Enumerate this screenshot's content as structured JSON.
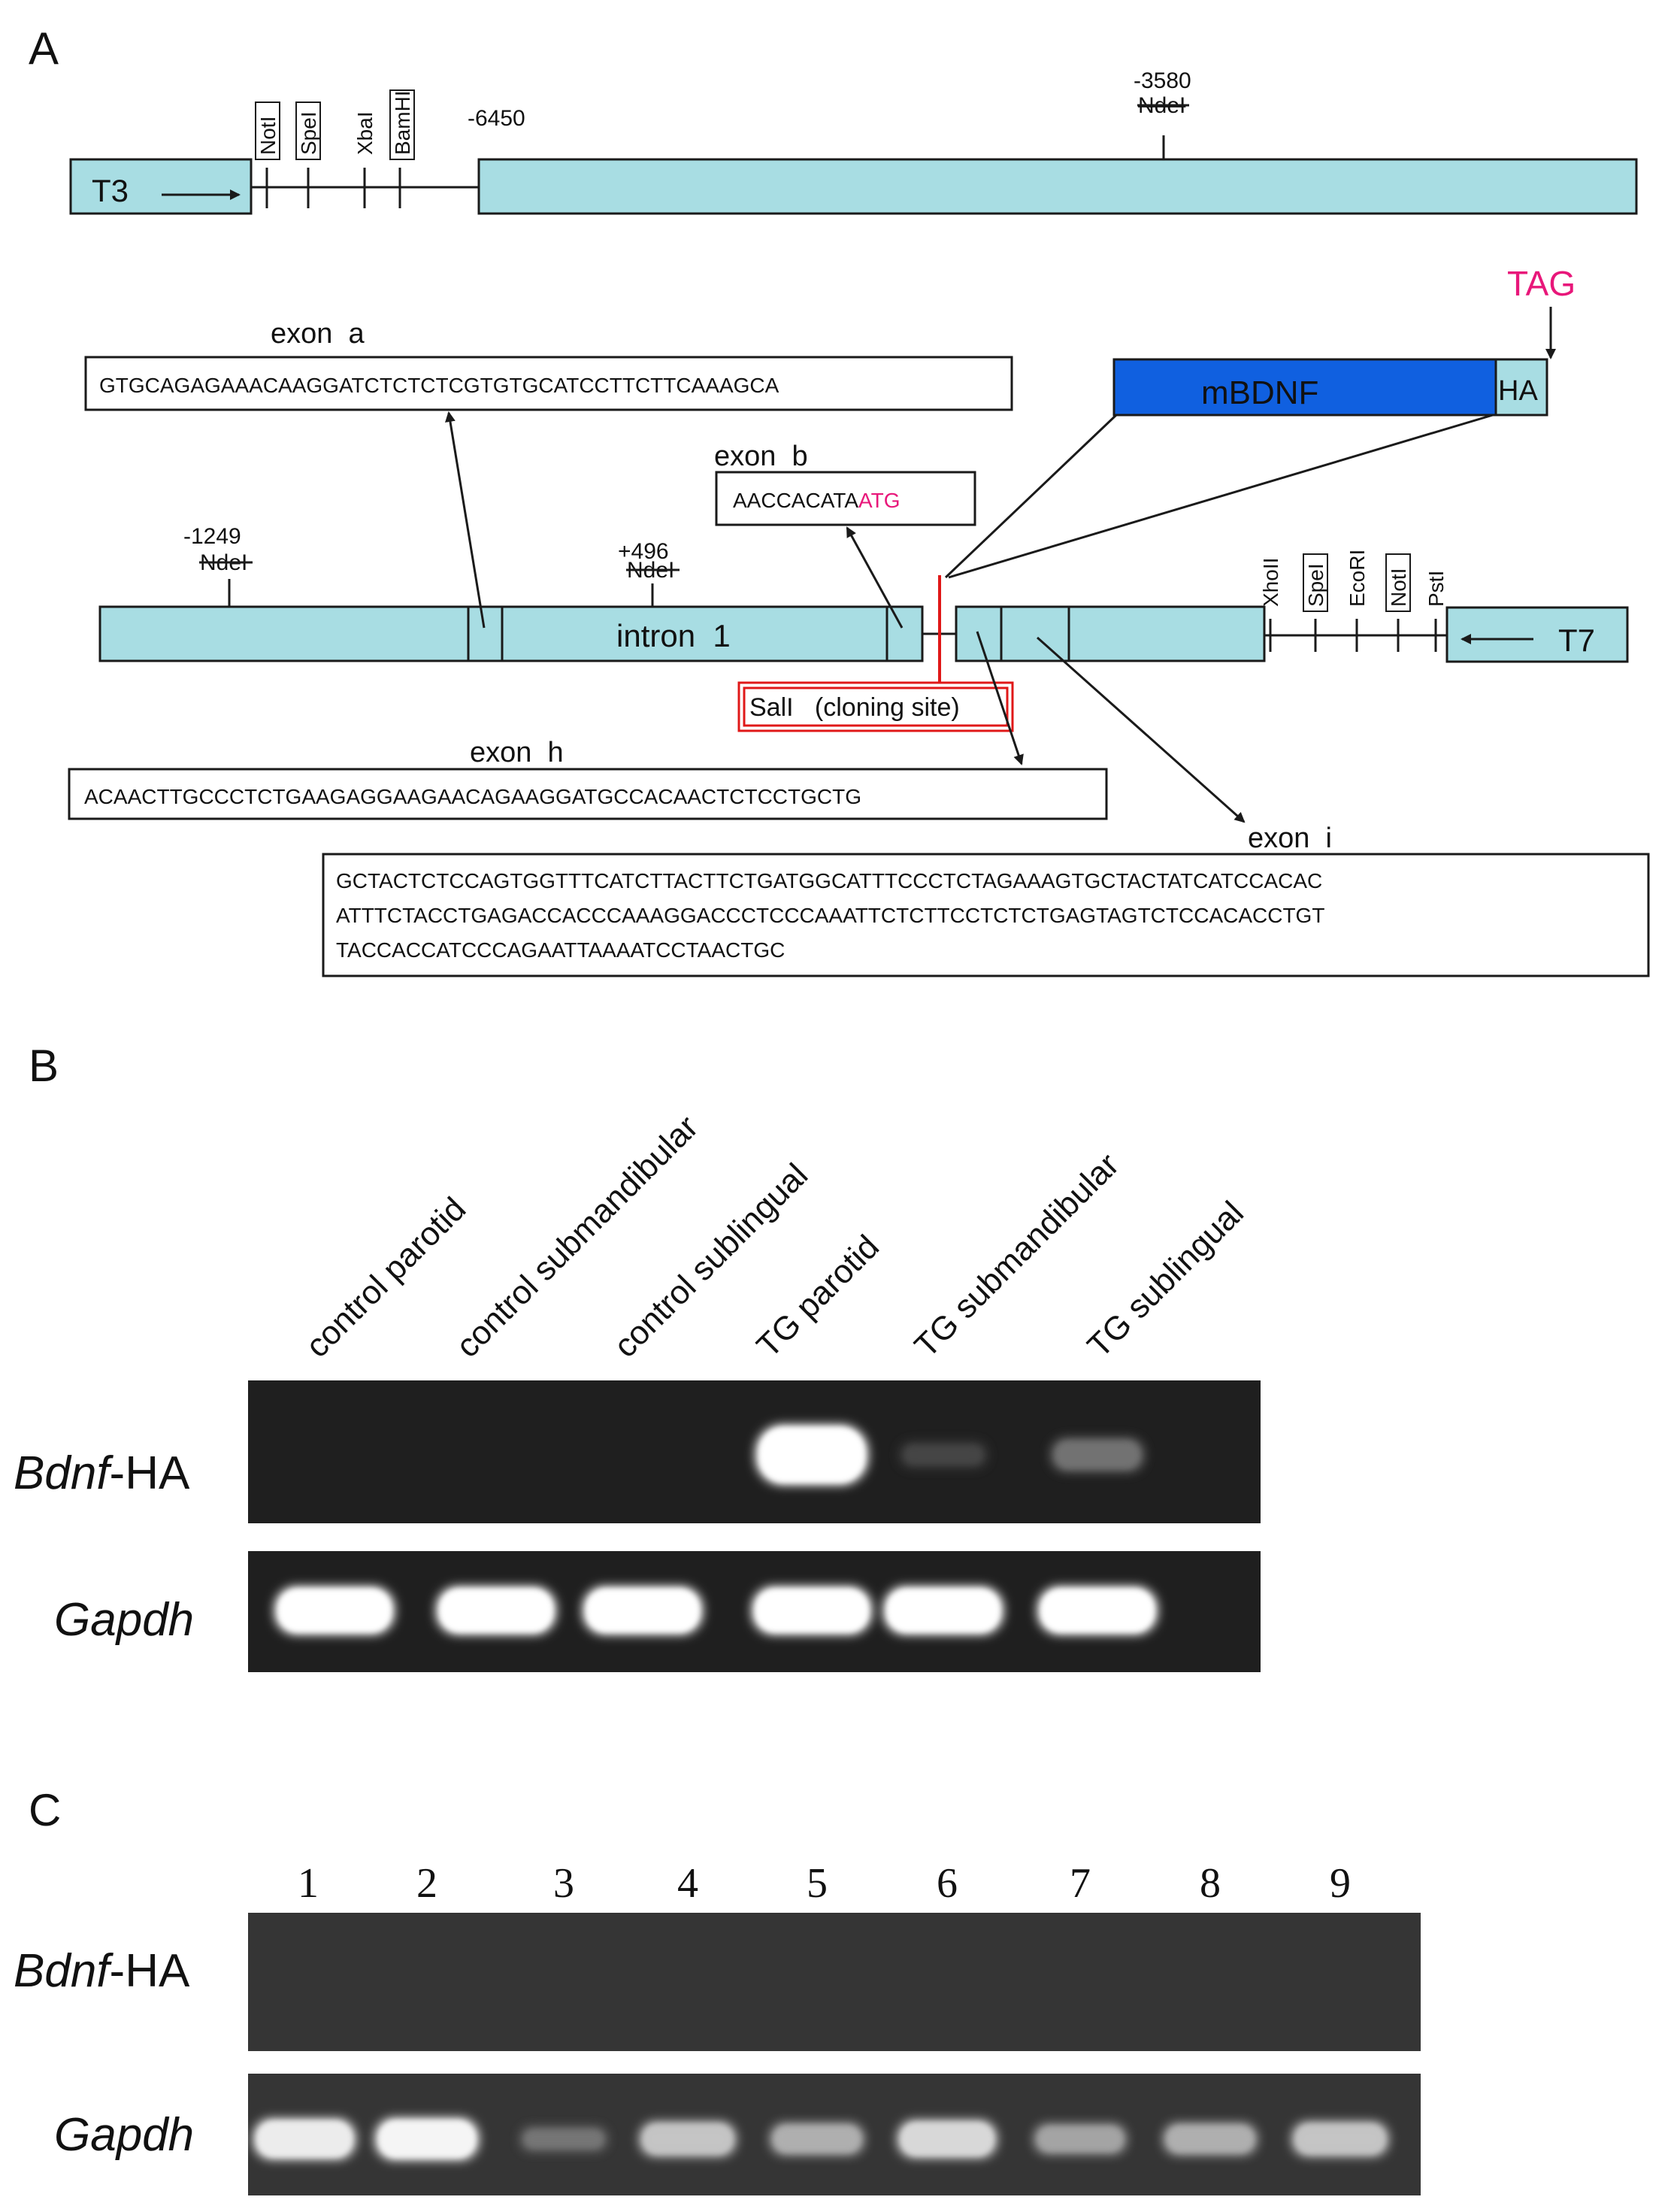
{
  "panel_a": {
    "label": "A",
    "top_construct": {
      "t3_label": "T3",
      "sites": [
        "NotI",
        "SpeI",
        "XbaI",
        "BamHI"
      ],
      "boxed_sites": [
        true,
        true,
        false,
        true
      ],
      "pos_left": "-6450",
      "pos_right": "-3580",
      "ndel_label": "NdeI"
    },
    "tag_label": "TAG",
    "exon_a": {
      "title": "exon  a",
      "sequence": "GTGCAGAGAAACAAGGATCTCTCTCGTGTGCATCCTTCTTCAAAGCA"
    },
    "mbdnf_label": "mBDNF",
    "ha_label": "HA",
    "exon_b": {
      "title": "exon  b",
      "seq_prefix": "AACCACATA",
      "seq_atg": "ATG"
    },
    "pos_1249": "-1249",
    "pos_496": "+496",
    "ndel_label": "NdeI",
    "intron_label": "intron  1",
    "cloning_site": "SalI   (cloning site)",
    "right_sites": [
      "XhoII",
      "SpeI",
      "EcoRI",
      "NotI",
      "PstI"
    ],
    "right_boxed": [
      false,
      true,
      false,
      true,
      false
    ],
    "t7_label": "T7",
    "exon_h": {
      "title": "exon  h",
      "sequence": "ACAACTTGCCCTCTGAAGAGGAAGAACAGAAGGATGCCACAACTCTCCTGCTG"
    },
    "exon_i": {
      "title": "exon  i",
      "lines": [
        "GCTACTCTCCAGTGGTTTCATCTTACTTCTGATGGCATTTCCCTCTAGAAAGTGCTACTATCATCCACAC",
        "ATTTCTACCTGAGACCACCCAAAGGACCCTCCCAAATTCTCTTCCTCTCTGAGTAGTCTCCACACCTGT",
        "TACCACCATCCCAGAATTAAAATCCTAACTGC"
      ]
    },
    "colors": {
      "cyan": "#a8dde3",
      "blue": "#1060e0",
      "accent": "#e8177a",
      "red": "#e01818"
    }
  },
  "panel_b": {
    "label": "B",
    "lanes": [
      "control parotid",
      "control submandibular",
      "control sublingual",
      "TG parotid",
      "TG submandibular",
      "TG sublingual"
    ],
    "row1_prefix": "Bdnf",
    "row1_suffix": "-HA",
    "row2_label": "Gapdh",
    "bdnf_intensity": [
      0,
      0,
      0,
      1.0,
      0.15,
      0.35
    ],
    "gapdh_intensity": [
      1,
      1,
      1,
      1,
      1,
      1
    ]
  },
  "panel_c": {
    "label": "C",
    "lanes": [
      "1",
      "2",
      "3",
      "4",
      "5",
      "6",
      "7",
      "8",
      "9"
    ],
    "row1_prefix": "Bdnf",
    "row1_suffix": "-HA",
    "row2_label": "Gapdh",
    "gapdh_intensity": [
      0.9,
      0.95,
      0.35,
      0.7,
      0.6,
      0.8,
      0.55,
      0.6,
      0.7
    ]
  }
}
